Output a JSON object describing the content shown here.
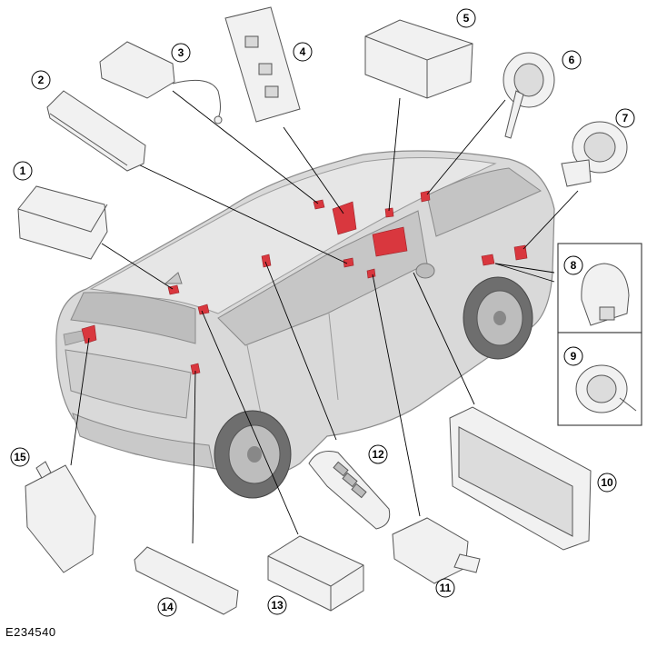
{
  "figure": {
    "reference_code": "E234540",
    "callouts": [
      "1",
      "2",
      "3",
      "4",
      "5",
      "6",
      "7",
      "8",
      "9",
      "10",
      "11",
      "12",
      "13",
      "14",
      "15"
    ]
  },
  "colors": {
    "highlight": "#d9373e",
    "part_fill": "#f1f1f1",
    "part_stroke": "#555555",
    "vehicle_fill": "#d7d7d7",
    "vehicle_stroke": "#8a8a8a",
    "leader": "#000000"
  }
}
